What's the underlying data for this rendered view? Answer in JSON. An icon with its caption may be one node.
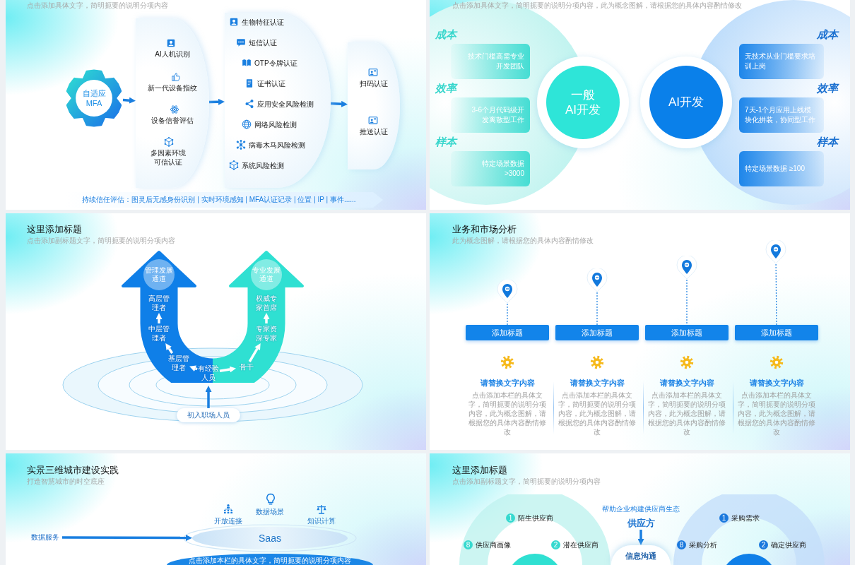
{
  "diagram": {
    "nodes": [
      {
        "text": [
          "自适应 MFA"
        ]
      },
      {
        "text": [
          "AI人机识别",
          "新一代设备指纹",
          "设备信誉评估",
          "多因素环境可信认证"
        ]
      },
      {
        "text": [
          "生物特征认证",
          "短信认证",
          "OTP令牌认证",
          "证书认证",
          "应用安全风险检测",
          "网络风险检测",
          "病毒木马风险检测",
          "系统风险检测"
        ]
      },
      {
        "text": [
          "扫码认证",
          "推送认证"
        ]
      },
      {
        "text": [
          "持续信任评估：图灵后无感身份识别 | 实时环境感知 | MFA认证记录 | 位置 | IP | 事件......"
        ]
      },
      {
        "text": [
          "一般 AI开发"
        ]
      },
      {
        "text": [
          "AI开发"
        ]
      },
      {
        "text": [
          "技术门槛高需专业开发团队"
        ],
        "beside": [
          "成本"
        ]
      },
      {
        "text": [
          "3-6个月代码级开发离散型工作"
        ],
        "beside": [
          "效率"
        ]
      },
      {
        "text": [
          "特定场景数据 >3000"
        ],
        "beside": [
          "样本"
        ]
      },
      {
        "text": [
          "无技术从业门槛要求培训上岗"
        ],
        "beside": [
          "成本"
        ]
      },
      {
        "text": [
          "7天-1个月应用上线模块化拼装，协同型工作"
        ],
        "beside": [
          "效率"
        ]
      },
      {
        "text": [
          "特定场景数据 ≥100"
        ],
        "beside": [
          "样本"
        ]
      },
      {
        "text": [
          "管理发展通道"
        ]
      },
      {
        "text": [
          "专业发展通道"
        ]
      },
      {
        "text": [
          "初入职场人员"
        ]
      },
      {
        "text": [
          "有经验人员"
        ]
      },
      {
        "text": [
          "基层管理者"
        ]
      },
      {
        "text": [
          "中层管理者"
        ]
      },
      {
        "text": [
          "高层管理者"
        ]
      },
      {
        "text": [
          "骨干"
        ]
      },
      {
        "text": [
          "专家资深专家"
        ]
      },
      {
        "text": [
          "权威专家首席"
        ]
      },
      {
        "text": [],
        "shape": "pin"
      },
      {
        "text": [],
        "shape": "pin"
      },
      {
        "text": [],
        "shape": "pin"
      },
      {
        "text": [],
        "shape": "pin"
      },
      {
        "text": [
          "添加标题"
        ]
      },
      {
        "text": [
          "添加标题"
        ]
      },
      {
        "text": [
          "添加标题"
        ]
      },
      {
        "text": [
          "添加标题"
        ]
      },
      {
        "text": [
          "数据服务"
        ]
      },
      {
        "text": [
          "Saas"
        ]
      },
      {
        "text": [
          "点击添加本栏的具体文字，简明扼要的说明分项内容"
        ]
      },
      {
        "text": [
          "供应方"
        ]
      },
      {
        "text": [
          "信息沟通"
        ]
      }
    ],
    "edges": [
      {
        "from": 0,
        "to": 1,
        "arrow": "to"
      },
      {
        "from": 1,
        "to": 2,
        "arrow": "to"
      },
      {
        "from": 2,
        "to": 3,
        "arrow": "to"
      },
      {
        "from": 15,
        "to": 16,
        "arrow": "to"
      },
      {
        "from": 16,
        "to": 17,
        "arrow": "to",
        "color": "#ffffff"
      },
      {
        "from": 17,
        "to": 18,
        "arrow": "to",
        "color": "#ffffff"
      },
      {
        "from": 18,
        "to": 19,
        "arrow": "to",
        "color": "#ffffff"
      },
      {
        "from": 16,
        "to": 20,
        "arrow": "to",
        "color": "#ffffff"
      },
      {
        "from": 20,
        "to": 21,
        "arrow": "to",
        "color": "#ffffff"
      },
      {
        "from": 21,
        "to": 22,
        "arrow": "to",
        "color": "#ffffff"
      },
      {
        "from": 23,
        "to": 27,
        "arrow": "none",
        "style": "dashed"
      },
      {
        "from": 24,
        "to": 28,
        "arrow": "none",
        "style": "dashed"
      },
      {
        "from": 25,
        "to": 29,
        "arrow": "none",
        "style": "dashed"
      },
      {
        "from": 26,
        "to": 30,
        "arrow": "none",
        "style": "dashed"
      },
      {
        "from": 31,
        "to": 32,
        "arrow": "to"
      },
      {
        "from": 34,
        "to": 35,
        "arrow": "to"
      }
    ],
    "labels": [
      "点击添加具体文字，简明扼要的说明分项内容",
      "点击添加具体文字，简明扼要的说明分项内容，此为概念图解，请根据您的具体内容酌情修改",
      "这里添加标题",
      "点击添加副标题文字，简明扼要的说明分项内容",
      "业务和市场分析",
      "此为概念图解，请根据您的具体内容酌情修改",
      "请替换文字内容",
      "点击添加本栏的具体文字，简明扼要的说明分项内容，此为概念图解，请根据您的具体内容酌情修改",
      "请替换文字内容",
      "点击添加本栏的具体文字，简明扼要的说明分项内容，此为概念图解，请根据您的具体内容酌情修改",
      "请替换文字内容",
      "点击添加本栏的具体文字，简明扼要的说明分项内容，此为概念图解，请根据您的具体内容酌情修改",
      "请替换文字内容",
      "点击添加本栏的具体文字，简明扼要的说明分项内容，此为概念图解，请根据您的具体内容酌情修改",
      "实景三维城市建设实践",
      "打造智慧城市的时空底座",
      "开放连接",
      "数据场景",
      "知识计算",
      "这里添加标题",
      "点击添加副标题文字，简明扼要的说明分项内容",
      "帮助企业构建供应商生态",
      "1",
      "陌生供应商",
      "1",
      "采购需求",
      "8",
      "供应商画像",
      "2",
      "潜在供应商",
      "8",
      "采购分析",
      "2",
      "确定供应商"
    ]
  }
}
